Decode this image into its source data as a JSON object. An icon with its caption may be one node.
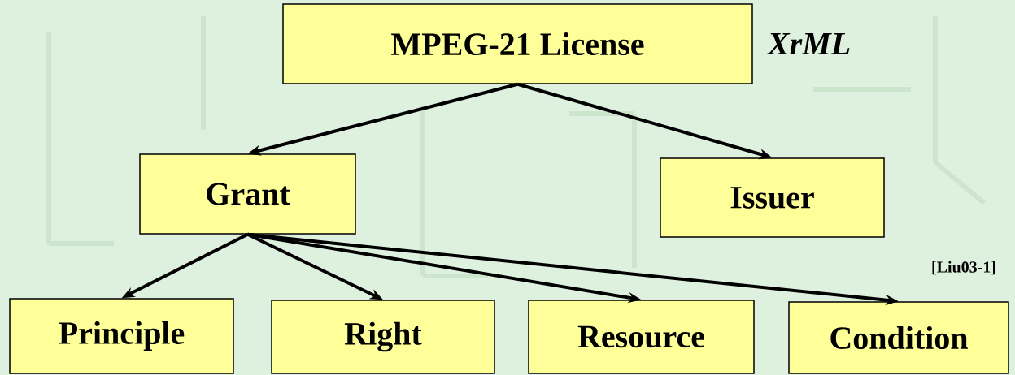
{
  "diagram": {
    "nodes": [
      {
        "text": [
          "MPEG-21 License"
        ],
        "beside": [
          "XrML"
        ]
      },
      {
        "text": [
          "Grant"
        ]
      },
      {
        "text": [
          "Issuer"
        ]
      },
      {
        "text": [
          "Principle"
        ]
      },
      {
        "text": [
          "Right"
        ]
      },
      {
        "text": [
          "Resource"
        ]
      },
      {
        "text": [
          "Condition"
        ]
      }
    ],
    "edges": [
      {
        "from": 0,
        "to": 1,
        "arrow": "to"
      },
      {
        "from": 0,
        "to": 2,
        "arrow": "to"
      },
      {
        "from": 1,
        "to": 3,
        "arrow": "to"
      },
      {
        "from": 1,
        "to": 4,
        "arrow": "to"
      },
      {
        "from": 1,
        "to": 5,
        "arrow": "to"
      },
      {
        "from": 1,
        "to": 6,
        "arrow": "to"
      }
    ],
    "labels": [
      "[Liu03-1]"
    ]
  }
}
